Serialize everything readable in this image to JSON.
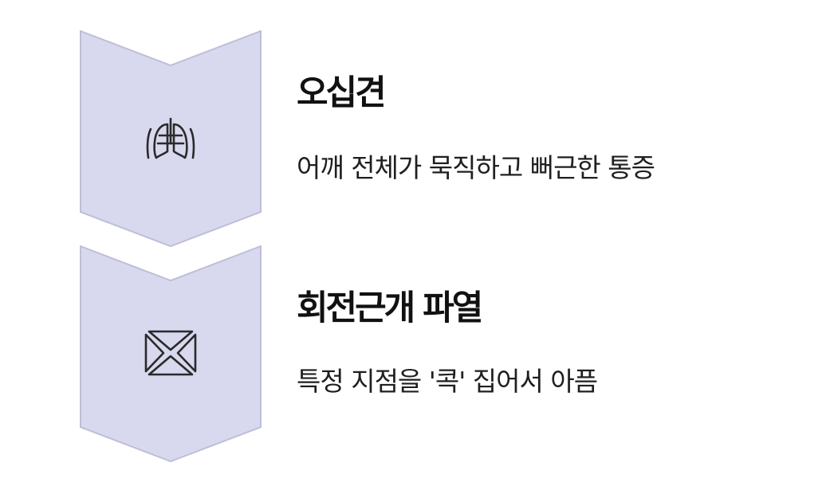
{
  "colors": {
    "chevron_fill": "#d8d8ef",
    "chevron_stroke": "#bebed8",
    "icon_stroke": "#2a2a2a",
    "title_text": "#111111",
    "description_text": "#1f1f1f"
  },
  "items": [
    {
      "icon": "lungs-icon",
      "title": "오십견",
      "description": "어깨 전체가 묵직하고 뻐근한 통증"
    },
    {
      "icon": "cross-arrows-icon",
      "title": "회전근개 파열",
      "description": "특정 지점을 '콕' 집어서 아픔"
    }
  ]
}
